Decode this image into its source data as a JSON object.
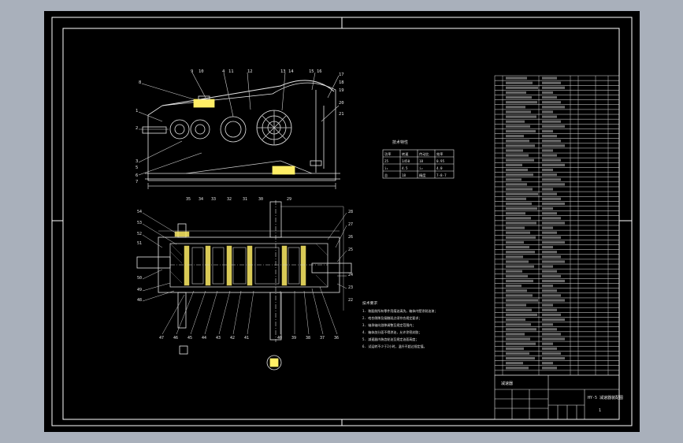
{
  "viewport": {
    "background": "#000000",
    "frame_color": "#ffffff",
    "line_color": "#e8e8e8",
    "accent_color": "#ffee66"
  },
  "drawing": {
    "title_block": {
      "drawing_title": "减速器",
      "project": "HY-5 减速器装配图",
      "sheet": "1"
    },
    "front_view_callouts": [
      "8",
      "9",
      "10",
      "4",
      "11",
      "12",
      "13",
      "14",
      "15",
      "16",
      "17",
      "18",
      "19",
      "20",
      "21",
      "1",
      "2",
      "3",
      "5",
      "6",
      "7"
    ],
    "section_view_callouts": [
      "54",
      "53",
      "52",
      "51",
      "50",
      "49",
      "48",
      "47",
      "46",
      "45",
      "44",
      "43",
      "42",
      "41",
      "40",
      "39",
      "38",
      "37",
      "36",
      "35",
      "34",
      "33",
      "32",
      "31",
      "30",
      "29",
      "28",
      "27",
      "26",
      "25",
      "24",
      "23",
      "22"
    ],
    "spec_table": {
      "title": "技术特性",
      "rows": [
        [
          "功率",
          "转速",
          "传动比",
          "效率"
        ],
        [
          "25",
          "1450",
          "18",
          "0.95"
        ],
        [
          "i₁",
          "4.5",
          "i₂",
          "4.0"
        ],
        [
          "总",
          "18",
          "精度",
          "7-8-7"
        ]
      ]
    },
    "tech_requirements": {
      "title": "技术要求",
      "items": [
        "1. 装配前所有零件用煤油清洗，箱体内壁涂耐油漆；",
        "2. 啮合侧隙及接触斑点须符合规定要求；",
        "3. 轴承轴向游隙调整至规定范围内；",
        "4. 箱体剖分面不得渗油，允许涂密封胶；",
        "5. 减速器内装齿轮油至规定油面高度；",
        "6. 试运转不少于2小时，温升不超过规定值。"
      ]
    },
    "parts_list_count": 62
  }
}
